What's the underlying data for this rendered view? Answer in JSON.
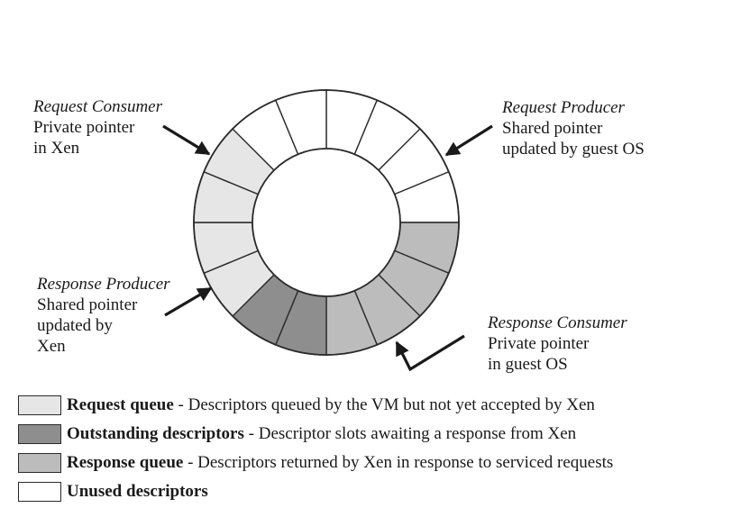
{
  "ring": {
    "segment_count": 16,
    "states": [
      "unused",
      "unused",
      "unused",
      "unused",
      "response",
      "response",
      "response",
      "response",
      "outstanding",
      "outstanding",
      "request",
      "request",
      "request",
      "request",
      "unused",
      "unused"
    ]
  },
  "colors": {
    "request": "#e6e6e6",
    "outstanding": "#8e8e8e",
    "response": "#bcbcbc",
    "unused": "#ffffff",
    "stroke": "#2a2a2a"
  },
  "pointers": {
    "request_consumer": {
      "title": "Request Consumer",
      "lines": [
        "Private pointer",
        "in Xen"
      ]
    },
    "request_producer": {
      "title": "Request Producer",
      "lines": [
        "Shared pointer",
        "updated by guest OS"
      ]
    },
    "response_producer": {
      "title": "Response Producer",
      "lines": [
        "Shared pointer",
        "updated by",
        "Xen"
      ]
    },
    "response_consumer": {
      "title": "Response Consumer",
      "lines": [
        "Private pointer",
        "in guest OS"
      ]
    }
  },
  "legend": [
    {
      "key": "request",
      "term": "Request queue",
      "description": " - Descriptors queued by the VM but not yet accepted by Xen"
    },
    {
      "key": "outstanding",
      "term": "Outstanding descriptors",
      "description": " - Descriptor slots awaiting a response from Xen"
    },
    {
      "key": "response",
      "term": "Response queue",
      "description": " - Descriptors returned by Xen in response to serviced requests"
    },
    {
      "key": "unused",
      "term": "Unused descriptors",
      "description": ""
    }
  ]
}
